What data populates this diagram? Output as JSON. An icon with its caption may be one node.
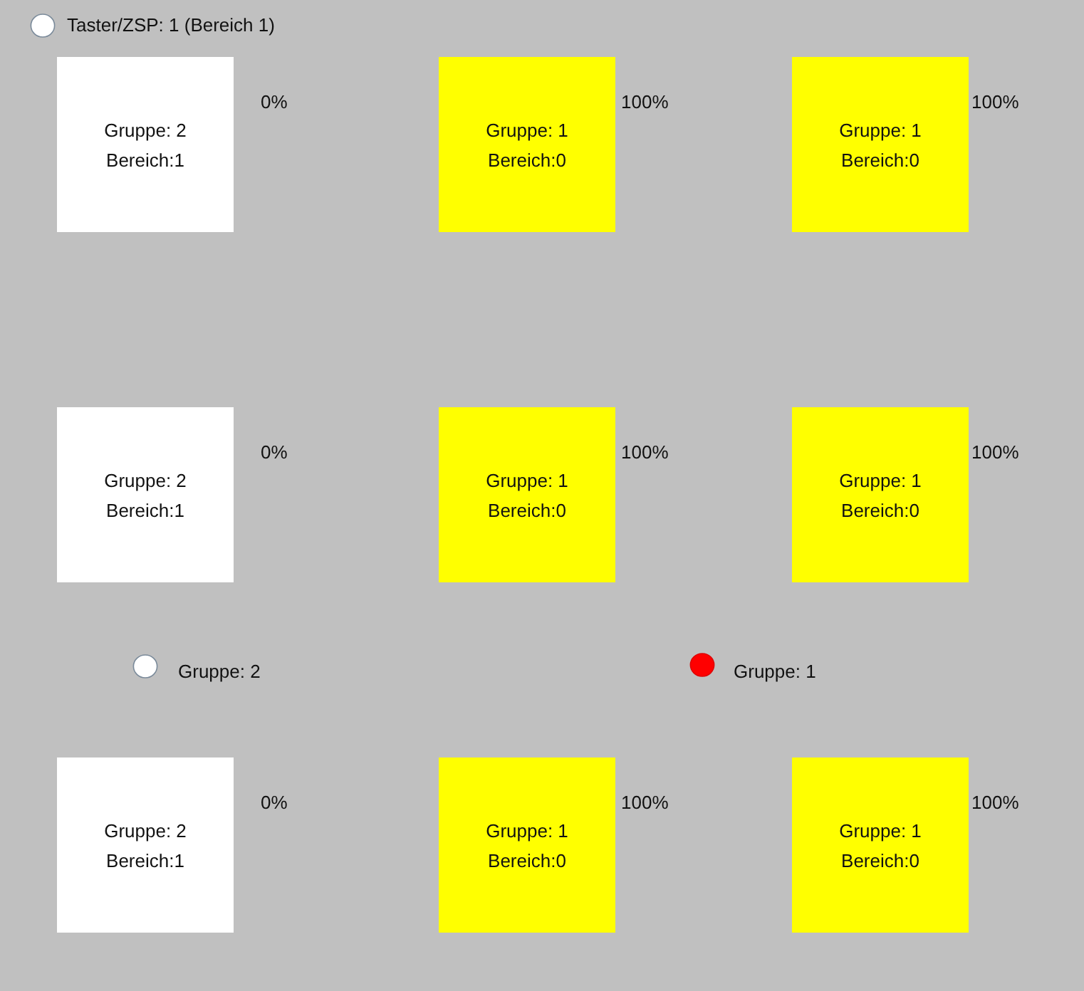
{
  "diagram": {
    "nodes": [
      {
        "text": [
          "Gruppe: 2",
          "Bereich:1"
        ],
        "beside": [
          "0%"
        ]
      },
      {
        "text": [
          "Gruppe: 1",
          "Bereich:0"
        ],
        "beside": [
          "100%"
        ]
      },
      {
        "text": [
          "Gruppe: 1",
          "Bereich:0"
        ],
        "beside": [
          "100%"
        ]
      },
      {
        "text": [
          "Gruppe: 2",
          "Bereich:1"
        ],
        "beside": [
          "0%"
        ]
      },
      {
        "text": [
          "Gruppe: 1",
          "Bereich:0"
        ],
        "beside": [
          "100%"
        ]
      },
      {
        "text": [
          "Gruppe: 1",
          "Bereich:0"
        ],
        "beside": [
          "100%"
        ]
      },
      {
        "text": [
          "Gruppe: 2",
          "Bereich:1"
        ],
        "beside": [
          "0%"
        ]
      },
      {
        "text": [
          "Gruppe: 1",
          "Bereich:0"
        ],
        "beside": [
          "100%"
        ]
      },
      {
        "text": [
          "Gruppe: 1",
          "Bereich:0"
        ],
        "beside": [
          "100%"
        ]
      }
    ],
    "labels": [
      "Taster/ZSP: 1 (Bereich 1)",
      "Gruppe: 2",
      "Gruppe: 1"
    ]
  }
}
